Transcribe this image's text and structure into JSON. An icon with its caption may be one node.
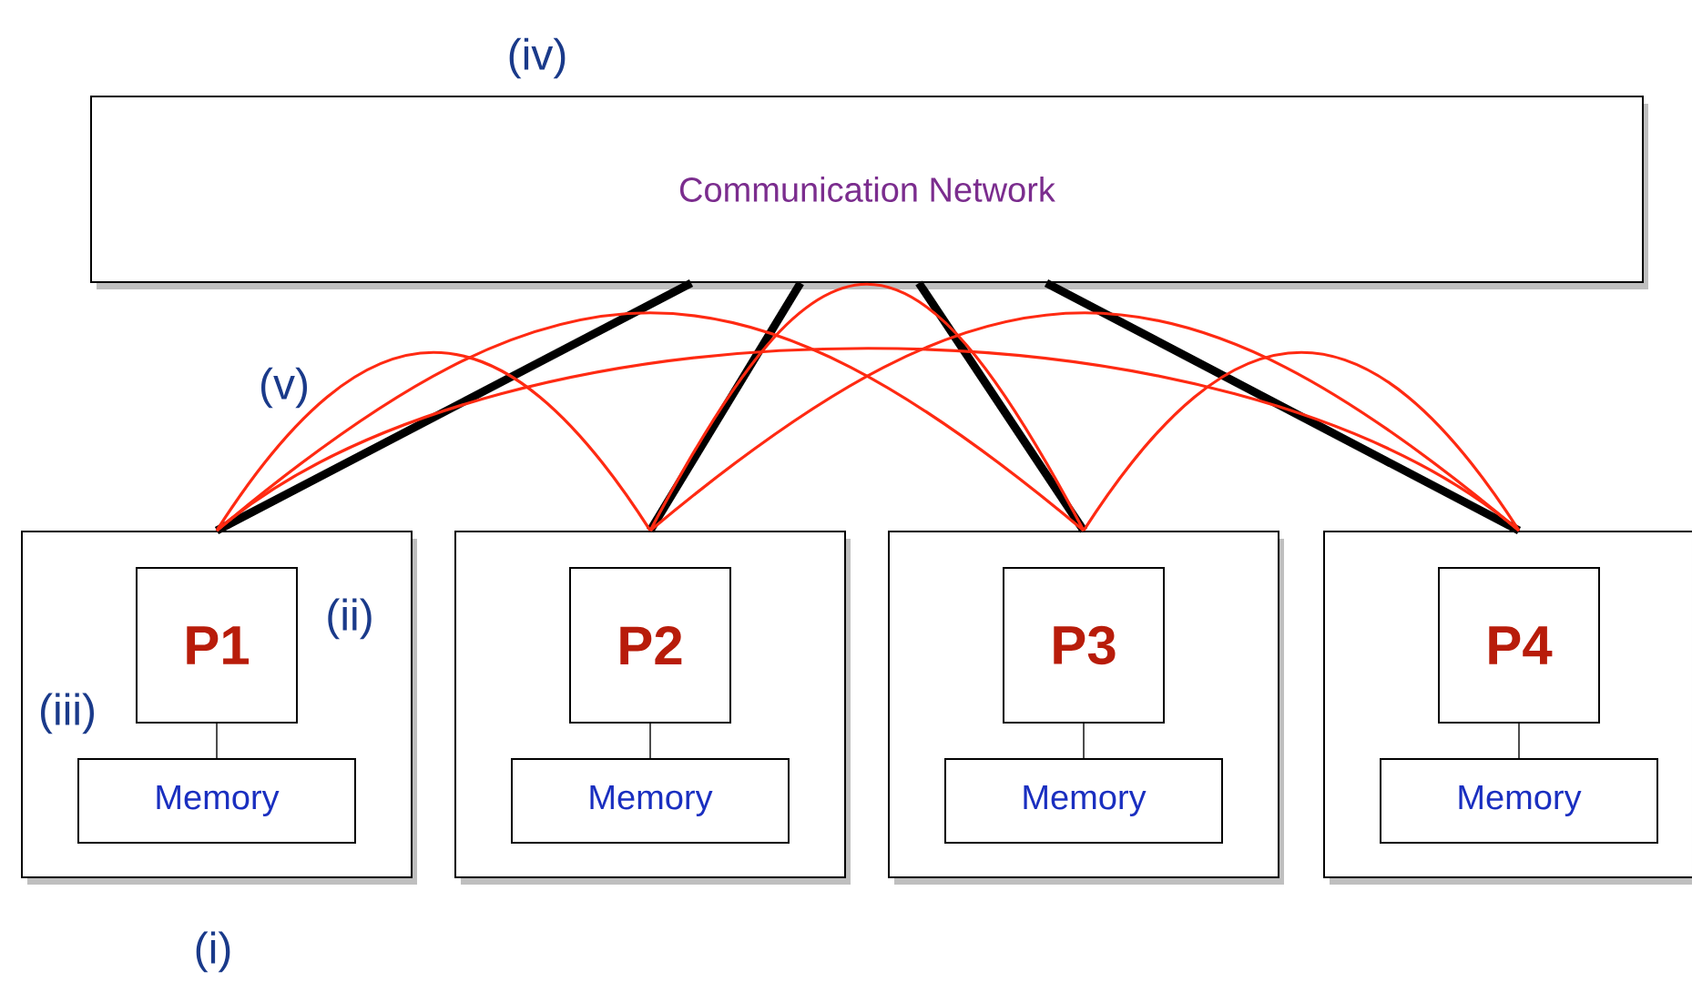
{
  "diagram": {
    "nodes": [
      {
        "text": [
          "Communication Network"
        ]
      },
      {
        "text": [],
        "shape": "box"
      },
      {
        "text": [
          "P1"
        ],
        "in": 1
      },
      {
        "text": [
          "Memory"
        ],
        "in": 1
      },
      {
        "text": [],
        "shape": "box"
      },
      {
        "text": [
          "P2"
        ],
        "in": 4
      },
      {
        "text": [
          "Memory"
        ],
        "in": 4
      },
      {
        "text": [],
        "shape": "box"
      },
      {
        "text": [
          "P3"
        ],
        "in": 7
      },
      {
        "text": [
          "Memory"
        ],
        "in": 7
      },
      {
        "text": [],
        "shape": "box"
      },
      {
        "text": [
          "P4"
        ],
        "in": 10
      },
      {
        "text": [
          "Memory"
        ],
        "in": 10
      }
    ],
    "edges": [
      {
        "from": 1,
        "to": 0,
        "arrow": "none",
        "style": "thick"
      },
      {
        "from": 4,
        "to": 0,
        "arrow": "none",
        "style": "thick"
      },
      {
        "from": 7,
        "to": 0,
        "arrow": "none",
        "style": "thick"
      },
      {
        "from": 10,
        "to": 0,
        "arrow": "none",
        "style": "thick"
      },
      {
        "from": 1,
        "to": 4,
        "arrow": "none",
        "color": "#ff2a12"
      },
      {
        "from": 1,
        "to": 7,
        "arrow": "none",
        "color": "#ff2a12"
      },
      {
        "from": 1,
        "to": 10,
        "arrow": "none",
        "color": "#ff2a12"
      },
      {
        "from": 4,
        "to": 7,
        "arrow": "none",
        "color": "#ff2a12"
      },
      {
        "from": 4,
        "to": 10,
        "arrow": "none",
        "color": "#ff2a12"
      },
      {
        "from": 7,
        "to": 10,
        "arrow": "none",
        "color": "#ff2a12"
      },
      {
        "from": 2,
        "to": 3,
        "arrow": "none"
      },
      {
        "from": 5,
        "to": 6,
        "arrow": "none"
      },
      {
        "from": 8,
        "to": 9,
        "arrow": "none"
      },
      {
        "from": 11,
        "to": 12,
        "arrow": "none"
      }
    ],
    "labels": [
      "(iv)",
      "(v)",
      "(ii)",
      "(iii)",
      "(i)"
    ]
  }
}
